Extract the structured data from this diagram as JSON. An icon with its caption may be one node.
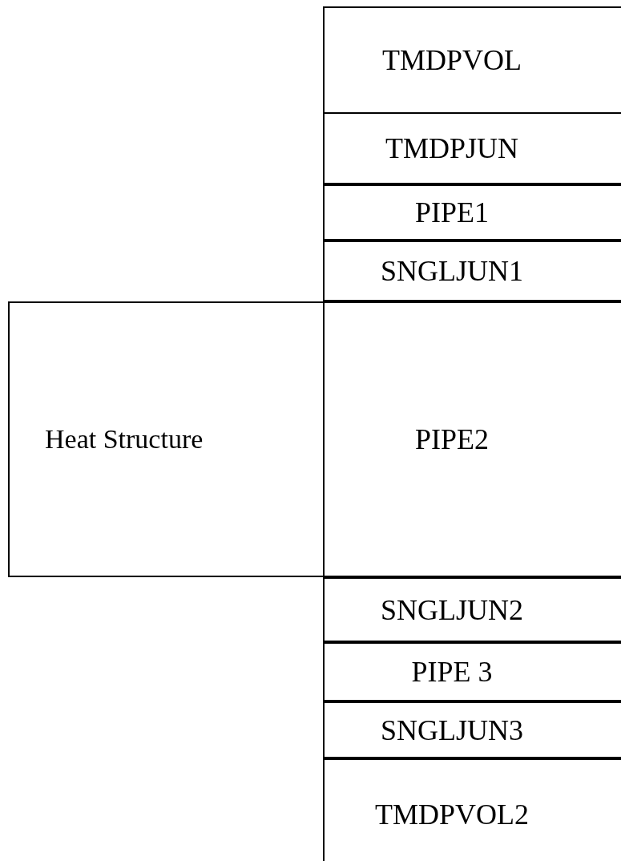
{
  "diagram": {
    "nodes": [
      {
        "text": [
          "TMDPVOL"
        ]
      },
      {
        "text": [
          "TMDPJUN"
        ]
      },
      {
        "text": [
          "PIPE1"
        ]
      },
      {
        "text": [
          "SNGLJUN1"
        ]
      },
      {
        "text": [
          "Heat Structure"
        ]
      },
      {
        "text": [
          "PIPE2"
        ]
      },
      {
        "text": [
          "SNGLJUN2"
        ]
      },
      {
        "text": [
          "PIPE 3"
        ]
      },
      {
        "text": [
          "SNGLJUN3"
        ]
      },
      {
        "text": [
          "TMDPVOL2"
        ]
      }
    ],
    "edges": []
  }
}
